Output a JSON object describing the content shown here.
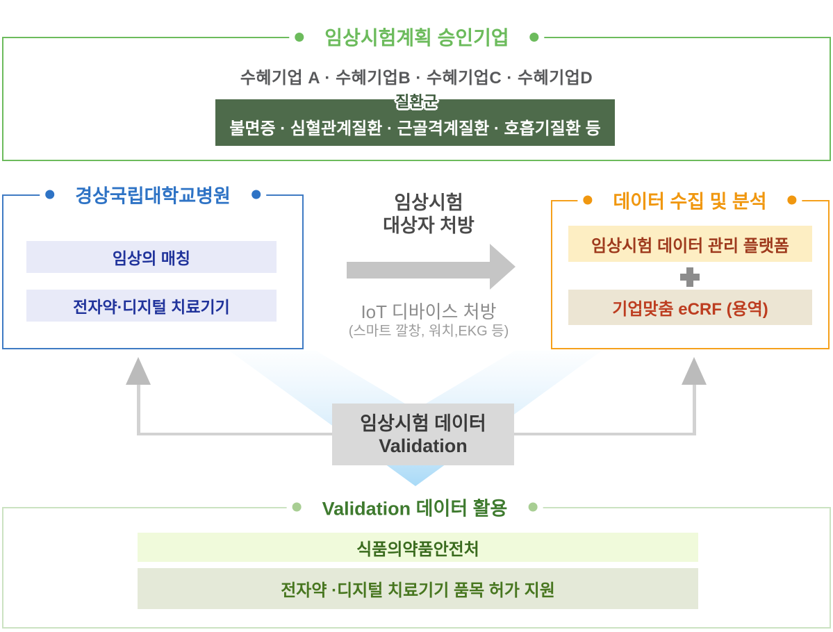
{
  "top": {
    "title": "임상시험계획 승인기업",
    "beneficiaries": "수혜기업 A · 수혜기업B · 수혜기업C · 수혜기업D",
    "disease_badge": "질환군",
    "disease_list": "불면증 · 심혈관계질환 · 근골격계질환 · 호흡기질환 등"
  },
  "hospital": {
    "title": "경상국립대학교병원",
    "items": [
      "임상의 매칭",
      "전자약·디지털 치료기기"
    ]
  },
  "flow": {
    "prescribe_line1": "임상시험",
    "prescribe_line2": "대상자 처방",
    "iot_label": "IoT 디바이스 처방",
    "iot_sub": "(스마트 깔창, 워치,EKG 등)"
  },
  "data_analysis": {
    "title": "데이터 수집 및 분석",
    "items": [
      "임상시험 데이터 관리 플랫폼",
      "기업맞춤 eCRF (용역)"
    ]
  },
  "validation": {
    "line1": "임상시험 데이터",
    "line2": "Validation"
  },
  "bottom": {
    "title": "Validation 데이터 활용",
    "items": [
      "식품의약품안전처",
      "전자약 ·디지털 치료기기 품목 허가 지원"
    ]
  },
  "icons": {
    "plus-icon": "✚",
    "arrow-right-icon": "→",
    "arrow-up-icon": "↑",
    "funnel-chevron-icon": "▼",
    "bullet-dot": "●"
  },
  "colors": {
    "top_green": "#6cbb5c",
    "disease_box_green": "#4e6b4b",
    "hospital_blue_border": "#3e7ac3",
    "hospital_item_bg": "#e8eaf8",
    "hospital_item_text": "#20339b",
    "data_orange_border": "#f5a01b",
    "data_item1_bg": "#fdeec3",
    "data_item1_text": "#9e3a1d",
    "data_item2_bg": "#ece5d3",
    "data_item2_text": "#bd3d20",
    "validation_box_bg": "#d9d9d9",
    "funnel_blue": "#a9daf7",
    "bottom_border": "#cbe2c1",
    "bottom_item1_bg": "#f0fadb",
    "bottom_item2_bg": "#e4e9d8",
    "bottom_title_green": "#3e7a2e",
    "connector_gray": "#d2d2d2"
  }
}
